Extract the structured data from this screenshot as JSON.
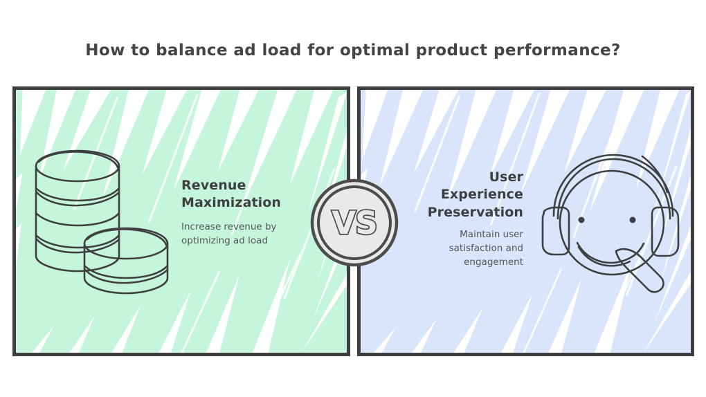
{
  "title": "How to balance ad load for optimal product performance?",
  "versus_badge": {
    "label": "VS",
    "fill_color": "#e9e9e9",
    "stroke_color": "#4c4c4c"
  },
  "panels": [
    {
      "id": "revenue-maximization",
      "side": "left",
      "heading": "Revenue Maximization",
      "body": "Increase revenue by optimizing ad load",
      "background_color": "#c5f6dd",
      "border_color": "#3f3f41",
      "icon": "coins-stack-icon"
    },
    {
      "id": "user-experience-preservation",
      "side": "right",
      "heading": "User Experience Preservation",
      "body": "Maintain user satisfaction and engagement",
      "background_color": "#dae4fb",
      "border_color": "#3f3f41",
      "icon": "headset-smiley-icon"
    }
  ],
  "colors": {
    "title_text": "#454545",
    "heading_text": "#3f3f41",
    "body_text": "#555555",
    "page_background": "#ffffff",
    "ink": "#3f3f41"
  }
}
